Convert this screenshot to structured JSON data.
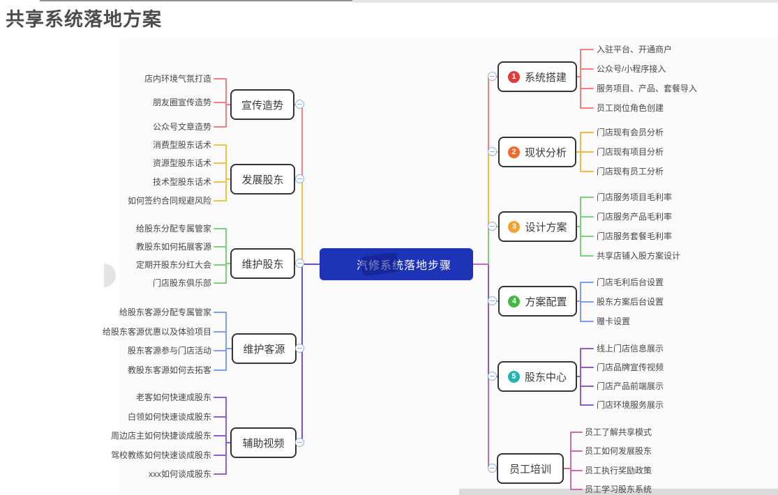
{
  "title": "共享系统落地方案",
  "center": {
    "label": "汽修系统落地步骤",
    "bg_color": "#1d33b8"
  },
  "trunk": {
    "right": [
      "#f08080",
      "#f5b942",
      "#7ece7e",
      "#8a5bc5",
      "#c06ac0",
      "#c06ac0"
    ],
    "left": [
      "#f08080",
      "#f5c04a",
      "#5b52c7",
      "#7b4fc0",
      "#6a4fc0"
    ]
  },
  "right_branches": [
    {
      "label": "系统搭建",
      "badge": "1",
      "badge_color": "#e03a3a",
      "line_color": "#f08080",
      "children": [
        "入驻平台、开通商户",
        "公众号/小程序接入",
        "服务项目、产品、套餐导入",
        "员工岗位角色创建"
      ]
    },
    {
      "label": "现状分析",
      "badge": "2",
      "badge_color": "#f26a2a",
      "line_color": "#f5b942",
      "children": [
        "门店现有会员分析",
        "门店现有项目分析",
        "门店现有员工分析"
      ]
    },
    {
      "label": "设计方案",
      "badge": "3",
      "badge_color": "#f0a32f",
      "line_color": "#7ece7e",
      "children": [
        "门店服务项目毛利率",
        "门店服务产品毛利率",
        "门店服务套餐毛利率",
        "共享店铺入股方案设计"
      ]
    },
    {
      "label": "方案配置",
      "badge": "4",
      "badge_color": "#43b943",
      "line_color": "#7b9fe8",
      "children": [
        "门店毛利后台设置",
        "股东方案后台设置",
        "赠卡设置"
      ]
    },
    {
      "label": "股东中心",
      "badge": "5",
      "badge_color": "#23b3b3",
      "line_color": "#8f5bbf",
      "children": [
        "线上门店信息展示",
        "门店品牌宣传视频",
        "门店产品前端展示",
        "门店环境服务展示"
      ]
    },
    {
      "label": "员工培训",
      "badge": "",
      "badge_color": "",
      "line_color": "#cb6bb2",
      "children": [
        "员工了解共享模式",
        "员工如何发展股东",
        "员工执行奖励政策",
        "员工学习股东系统"
      ]
    }
  ],
  "left_branches": [
    {
      "label": "宣传造势",
      "line_color": "#f08080",
      "children": [
        "店内环境气氛打造",
        "朋友圈宣传造势",
        "公众号文章造势"
      ]
    },
    {
      "label": "发展股东",
      "line_color": "#f5c04a",
      "children": [
        "消费型股东话术",
        "资源型股东话术",
        "技术型股东话术",
        "如何签约合同规避风险"
      ]
    },
    {
      "label": "维护股东",
      "line_color": "#7ece7e",
      "children": [
        "给股东分配专属管家",
        "教股东如何拓展客源",
        "定期开股东分红大会",
        "门店股东俱乐部"
      ]
    },
    {
      "label": "维护客源",
      "line_color": "#7b9fe8",
      "children": [
        "给股东客源分配专属管家",
        "给股东客源优惠以及体验项目",
        "股东客源参与门店活动",
        "教股东客源如何去拓客"
      ]
    },
    {
      "label": "辅助视频",
      "line_color": "#8a5fd0",
      "children": [
        "老客如何快速成股东",
        "白领如何快速谈成股东",
        "周边店主如何快捷谈成股东",
        "驾校教练如何快速谈成股东",
        "xxx如何谈成股东"
      ]
    }
  ]
}
